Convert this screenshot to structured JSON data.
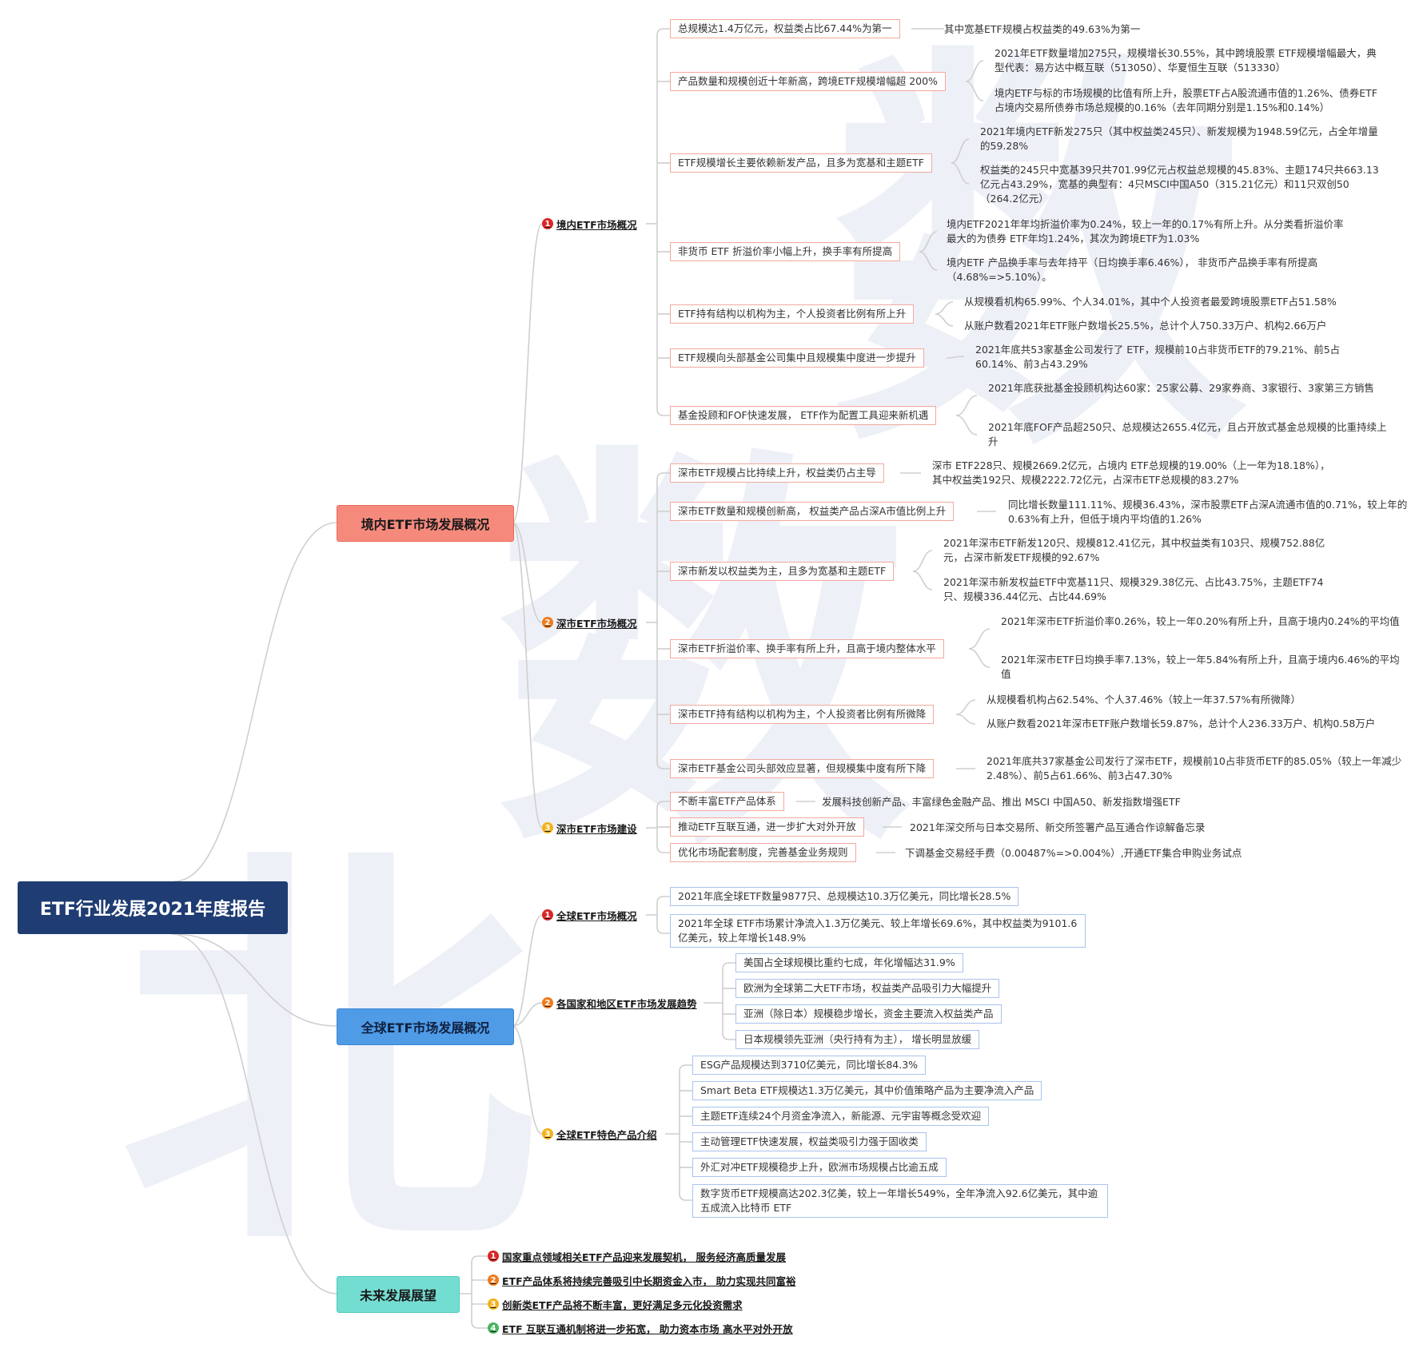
{
  "root": "ETF行业发展2021年度报告",
  "watermark": [
    "数",
    "数",
    "北"
  ],
  "branches": {
    "domestic": {
      "label": "境内ETF市场发展概况",
      "subs": {
        "s1": {
          "num": "1",
          "label": "境内ETF市场概况",
          "items": [
            {
              "text": "总规模达1.4万亿元，权益类占比67.44%为第一",
              "leaves": [
                "其中宽基ETF规模占权益类的49.63%为第一"
              ]
            },
            {
              "text": "产品数量和规模创近十年新高，跨境ETF规模增幅超 200%",
              "leaves": [
                "2021年ETF数量增加275只，规模增长30.55%，其中跨境股票 ETF规模增幅最大，典型代表：易方达中概互联（513050）、华夏恒生互联（513330）",
                "境内ETF与标的市场规模的比值有所上升，股票ETF占A股流通市值的1.26%、债券ETF占境内交易所债券市场总规模的0.16%（去年同期分别是1.15%和0.14%）"
              ]
            },
            {
              "text": "ETF规模增长主要依赖新发产品，且多为宽基和主题ETF",
              "leaves": [
                "2021年境内ETF新发275只（其中权益类245只）、新发规模为1948.59亿元，占全年增量的59.28%",
                "权益类的245只中宽基39只共701.99亿元占权益总规模的45.83%、主题174只共663.13亿元占43.29%，宽基的典型有：4只MSCI中国A50（315.21亿元）和11只双创50（264.2亿元）"
              ]
            },
            {
              "text": "非货币 ETF 折溢价率小幅上升，换手率有所提高",
              "leaves": [
                "境内ETF2021年年均折溢价率为0.24%，较上一年的0.17%有所上升。从分类看折溢价率最大的为债券 ETF年均1.24%，其次为跨境ETF为1.03%",
                "境内ETF 产品换手率与去年持平（日均换手率6.46%）， 非货币产品换手率有所提高（4.68%=>5.10%）。"
              ]
            },
            {
              "text": "ETF持有结构以机构为主，个人投资者比例有所上升",
              "leaves": [
                "从规模看机构65.99%、个人34.01%，其中个人投资者最爱跨境股票ETF占51.58%",
                "从账户数看2021年ETF账户数增长25.5%，总计个人750.33万户、机构2.66万户"
              ]
            },
            {
              "text": "ETF规模向头部基金公司集中且规模集中度进一步提升",
              "leaves": [
                "2021年底共53家基金公司发行了 ETF，规模前10占非货币ETF的79.21%、前5占60.14%、前3占43.29%"
              ]
            },
            {
              "text": "基金投顾和FOF快速发展， ETF作为配置工具迎来新机遇",
              "leaves": [
                "2021年底获批基金投顾机构达60家：25家公募、29家券商、3家银行、3家第三方销售",
                "2021年底FOF产品超250只、总规模达2655.4亿元，且占开放式基金总规模的比重持续上升"
              ]
            }
          ]
        },
        "s2": {
          "num": "2",
          "label": "深市ETF市场概况",
          "items": [
            {
              "text": "深市ETF规模占比持续上升，权益类仍占主导",
              "leaves": [
                "深市 ETF228只、规模2669.2亿元，占境内 ETF总规模的19.00%（上一年为18.18%），其中权益类192只、规模2222.72亿元，占深市ETF总规模的83.27%"
              ]
            },
            {
              "text": "深市ETF数量和规模创新高， 权益类产品占深A市值比例上升",
              "leaves": [
                "同比增长数量111.11%、规模36.43%，深市股票ETF占深A流通市值的0.71%，较上年的0.63%有上升，但低于境内平均值的1.26%"
              ]
            },
            {
              "text": "深市新发以权益类为主，且多为宽基和主题ETF",
              "leaves": [
                "2021年深市ETF新发120只、规模812.41亿元，其中权益类有103只、规模752.88亿元，占深市新发ETF规模的92.67%",
                "2021年深市新发权益ETF中宽基11只、规模329.38亿元、占比43.75%，主题ETF74只、规模336.44亿元、占比44.69%"
              ]
            },
            {
              "text": "深市ETF折溢价率、换手率有所上升，且高于境内整体水平",
              "leaves": [
                "2021年深市ETF折溢价率0.26%，较上一年0.20%有所上升，且高于境内0.24%的平均值",
                "2021年深市ETF日均换手率7.13%，较上一年5.84%有所上升，且高于境内6.46%的平均值"
              ]
            },
            {
              "text": "深市ETF持有结构以机构为主，个人投资者比例有所微降",
              "leaves": [
                "从规模看机构占62.54%、个人37.46%（较上一年37.57%有所微降）",
                "从账户数看2021年深市ETF账户数增长59.87%，总计个人236.33万户、机构0.58万户"
              ]
            },
            {
              "text": "深市ETF基金公司头部效应显著，但规模集中度有所下降",
              "leaves": [
                "2021年底共37家基金公司发行了深市ETF，规模前10占非货币ETF的85.05%（较上一年减少2.48%）、前5占61.66%、前3占47.30%"
              ]
            }
          ]
        },
        "s3": {
          "num": "3",
          "label": "深市ETF市场建设",
          "items": [
            {
              "text": "不断丰富ETF产品体系",
              "leaves": [
                "发展科技创新产品、丰富绿色金融产品、推出 MSCI 中国A50、新发指数增强ETF"
              ]
            },
            {
              "text": "推动ETF互联互通，进一步扩大对外开放",
              "leaves": [
                "2021年深交所与日本交易所、新交所签署产品互通合作谅解备忘录"
              ]
            },
            {
              "text": "优化市场配套制度，完善基金业务规则",
              "leaves": [
                "下调基金交易经手费（0.00487%=>0.004%）,开通ETF集合申购业务试点"
              ]
            }
          ]
        }
      }
    },
    "global": {
      "label": "全球ETF市场发展概况",
      "subs": {
        "g1": {
          "num": "1",
          "label": "全球ETF市场概况",
          "items": [
            "2021年底全球ETF数量9877只、总规模达10.3万亿美元，同比增长28.5%",
            "2021年全球 ETF市场累计净流入1.3万亿美元、较上年增长69.6%，其中权益类为9101.6亿美元，较上年增长148.9%"
          ]
        },
        "g2": {
          "num": "2",
          "label": "各国家和地区ETF市场发展趋势",
          "items": [
            "美国占全球规模比重约七成，年化增幅达31.9%",
            "欧洲为全球第二大ETF市场，权益类产品吸引力大幅提升",
            "亚洲（除日本）规模稳步增长，资金主要流入权益类产品",
            "日本规模领先亚洲（央行持有为主）， 增长明显放缓"
          ]
        },
        "g3": {
          "num": "3",
          "label": "全球ETF特色产品介绍",
          "items": [
            "ESG产品规模达到3710亿美元，同比增长84.3%",
            "Smart Beta ETF规模达1.3万亿美元，其中价值策略产品为主要净流入产品",
            "主题ETF连续24个月资金净流入，新能源、元宇宙等概念受欢迎",
            "主动管理ETF快速发展，权益类吸引力强于固收类",
            "外汇对冲ETF规模稳步上升，欧洲市场规模占比逾五成",
            "数字货币ETF规模高达202.3亿美，较上一年增长549%，全年净流入92.6亿美元，其中逾五成流入比特币 ETF"
          ]
        }
      }
    },
    "future": {
      "label": "未来发展展望",
      "items": [
        {
          "num": "1",
          "text": "国家重点领域相关ETF产品迎来发展契机， 服务经济高质量发展"
        },
        {
          "num": "2",
          "text": "ETF产品体系将持续完善吸引中长期资金入市， 助力实现共同富裕"
        },
        {
          "num": "3",
          "text": "创新类ETF产品将不断丰富，更好满足多元化投资需求"
        },
        {
          "num": "4",
          "text": "ETF 互联互通机制将进一步拓宽， 助力资本市场 高水平对外开放"
        }
      ]
    }
  },
  "colors": {
    "root": "#1f3c73",
    "domestic": "#f58a7c",
    "global": "#4f9be6",
    "future": "#74ddd2",
    "line": "#cfcfcf"
  }
}
